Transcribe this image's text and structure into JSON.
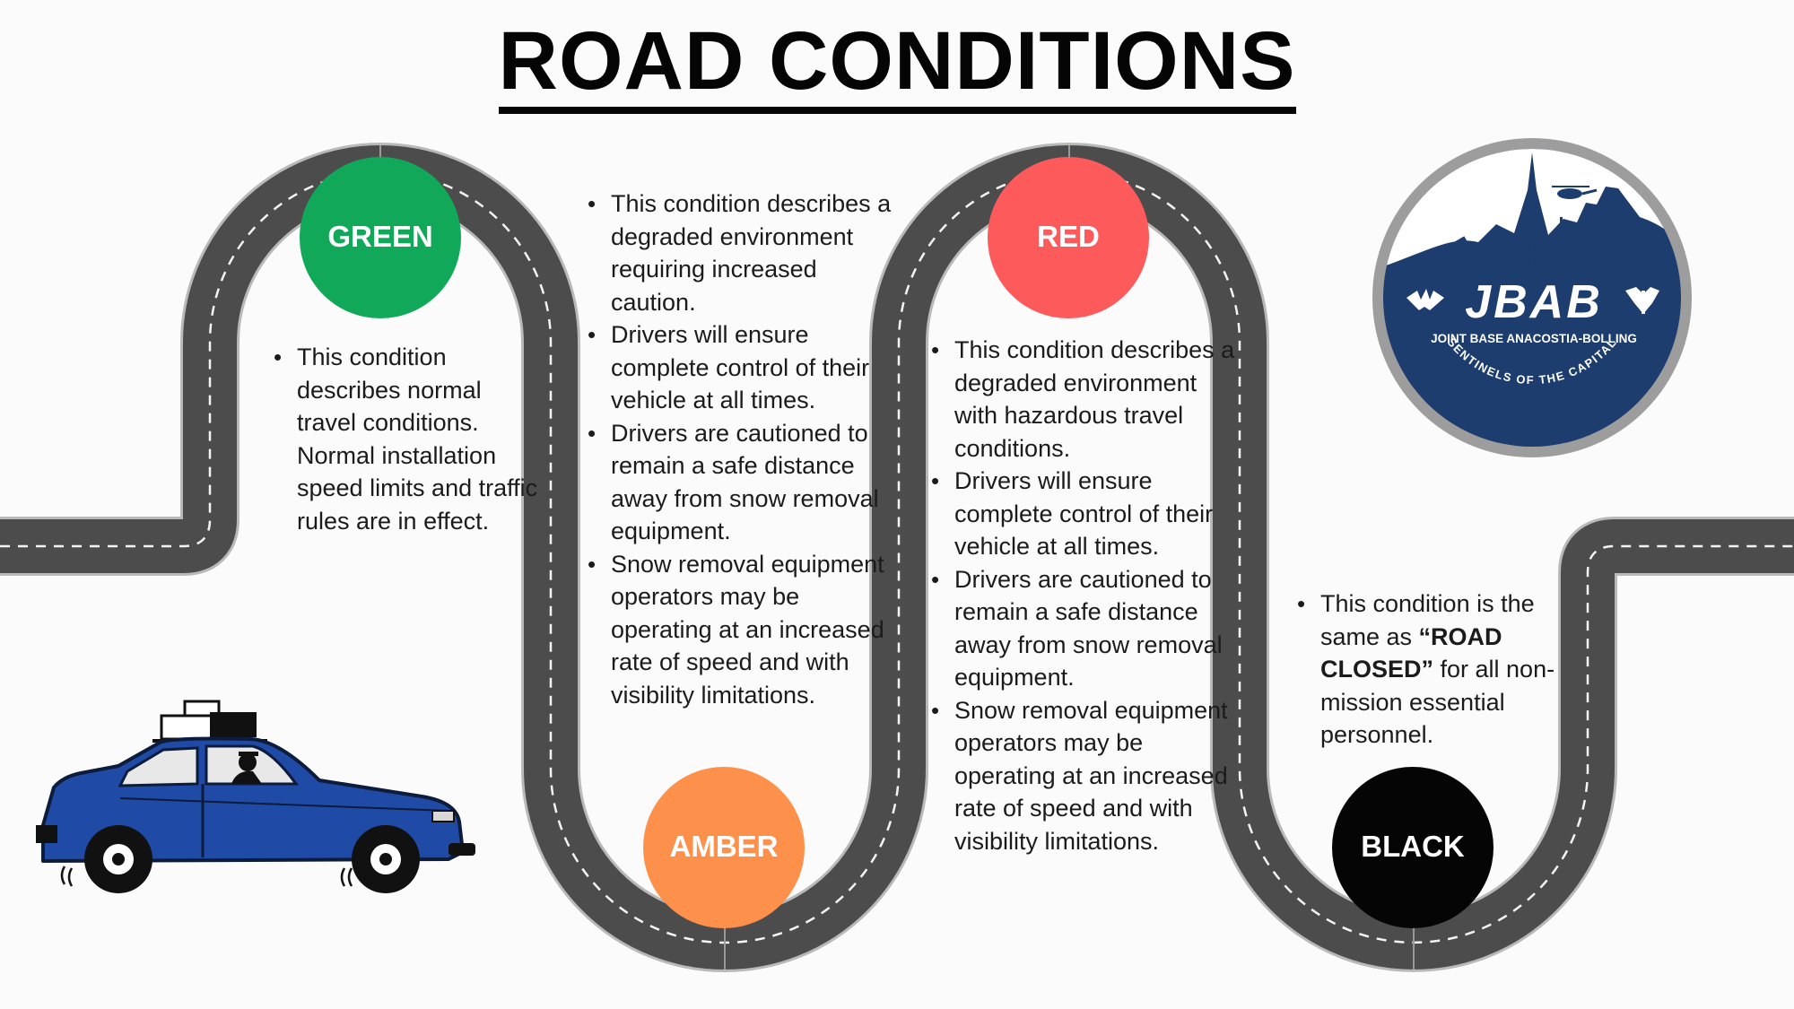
{
  "title": "ROAD CONDITIONS",
  "colors": {
    "road": "#4c4c4c",
    "green": "#12a85a",
    "red": "#fd5a5c",
    "amber": "#fd914c",
    "black": "#050505",
    "logo_navy": "#1c3d6e",
    "car_blue": "#1f4aa5"
  },
  "conditions": {
    "green": {
      "label": "GREEN",
      "bullets": [
        "This condition describes normal travel conditions. Normal installation speed limits and traffic rules are in effect."
      ]
    },
    "amber": {
      "label": "AMBER",
      "bullets": [
        "This condition describes a degraded environment requiring increased caution.",
        "Drivers will ensure complete control of their vehicle at all times.",
        "Drivers are cautioned to remain a safe distance away from snow removal equipment.",
        "Snow removal equipment operators may be operating at an increased rate of speed and with visibility limitations."
      ]
    },
    "red": {
      "label": "RED",
      "bullets": [
        "This condition describes a degraded environment with hazardous travel conditions.",
        "Drivers will ensure complete control of their vehicle at all times.",
        "Drivers are cautioned to remain a safe distance away from snow removal equipment.",
        "Snow removal equipment operators may be operating at an increased rate of speed and with visibility limitations."
      ]
    },
    "black": {
      "label": "BLACK",
      "bullet_before": "This condition is the same as ",
      "bullet_bold": "“ROAD CLOSED”",
      "bullet_after": " for all non-mission essential personnel."
    }
  },
  "logo": {
    "name": "JBAB",
    "subtitle": "JOINT BASE ANACOSTIA-BOLLING",
    "motto": "SENTINELS OF THE CAPITAL"
  },
  "icons": {
    "car": "car-icon",
    "logo": "jbab-logo-icon"
  }
}
